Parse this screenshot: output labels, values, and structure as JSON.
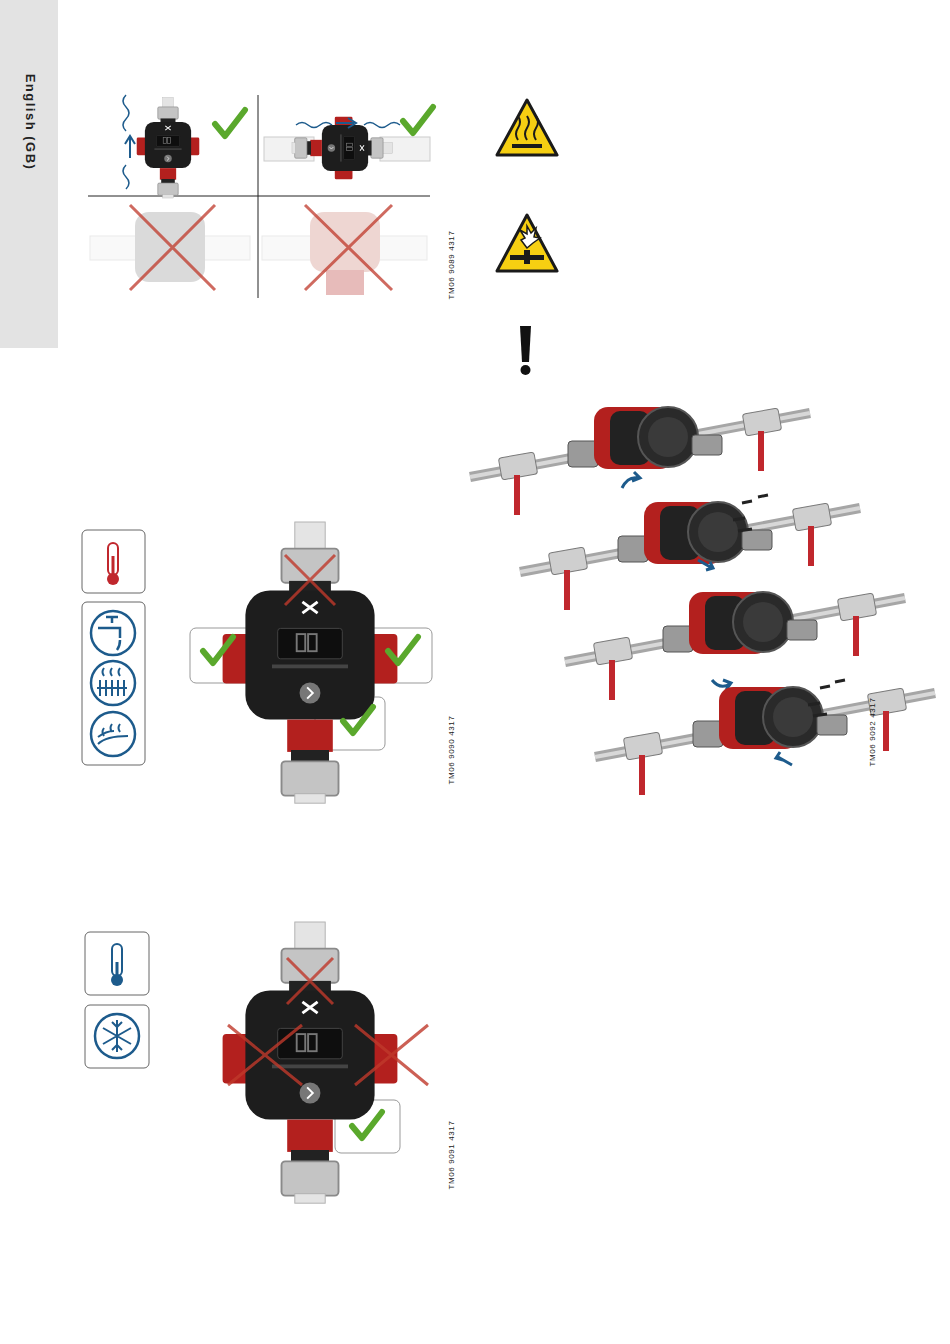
{
  "diagram": {
    "labels": [
      "English (GB)",
      "TM06 9089 4317",
      "TM06 9090 4317",
      "TM06 9091 4317",
      "TM06 9092 4317"
    ]
  }
}
